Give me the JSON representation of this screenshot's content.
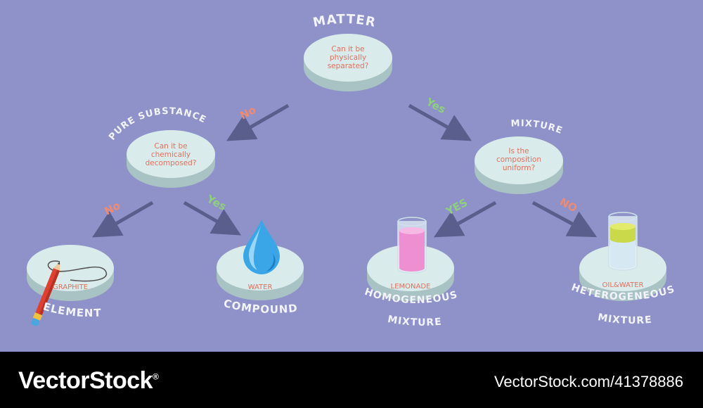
{
  "nodes": {
    "matter": {
      "title": "MATTER",
      "question": [
        "Can it be",
        "physically",
        "separated?"
      ]
    },
    "pure_substance": {
      "title": "PURE SUBSTANCE",
      "question": [
        "Can it be",
        "chemically",
        "decomposed?"
      ]
    },
    "mixture": {
      "title": "MIXTURE",
      "question": [
        "Is the",
        "composition",
        "uniform?"
      ]
    },
    "element": {
      "title": "ELEMENT",
      "example": "GRAPHITE"
    },
    "compound": {
      "title": "COMPOUND",
      "example": "WATER"
    },
    "homogeneous": {
      "title": [
        "HOMOGENEOUS",
        "MIXTURE"
      ],
      "example": "LEMONADE"
    },
    "heterogeneous": {
      "title": [
        "HETEROGENEOUS",
        "MIXTURE"
      ],
      "example": "OIL&WATER"
    }
  },
  "branches": {
    "matter_no": "No",
    "matter_yes": "Yes",
    "pure_no": "No",
    "pure_yes": "Yes",
    "mixture_yes": "YES",
    "mixture_no": "NO"
  },
  "colors": {
    "background": "#8e92c8",
    "platform_top": "#d9eceb",
    "platform_side": "#a9c2c3",
    "arrow": "#5a5e8c",
    "question_text": "#e2705e",
    "yes_label": "#8fd07a",
    "no_label": "#ef8a72"
  },
  "icons": {
    "element": "pencil-icon",
    "compound": "water-drop-icon",
    "homogeneous": "glass-pink-liquid-icon",
    "heterogeneous": "glass-oil-water-icon"
  },
  "footer": {
    "brand": "VectorStock",
    "brand_mark": "®",
    "image_id": "VectorStock.com/41378886"
  }
}
